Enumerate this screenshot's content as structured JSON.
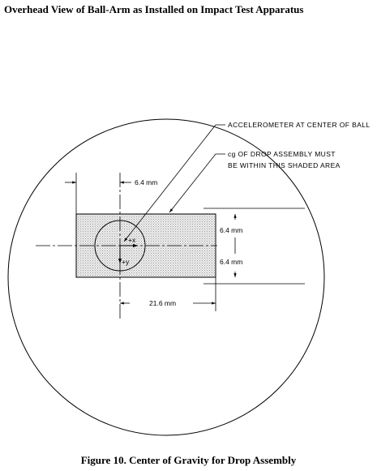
{
  "header": {
    "title": "Overhead View of Ball-Arm as Installed on Impact Test Apparatus"
  },
  "diagram": {
    "callouts": {
      "accelerometer": "ACCELEROMETER AT CENTER OF BALL",
      "cg_line1": "cg OF DROP ASSEMBLY MUST",
      "cg_line2": "BE WITHIN THIS SHADED AREA"
    },
    "dimensions": {
      "top_offset": "6.4 mm",
      "right_upper": "6.4 mm",
      "right_lower": "6.4 mm",
      "bottom_width": "21.6 mm"
    },
    "axes": {
      "x_label": "+x",
      "y_label": "+y"
    },
    "colors": {
      "line": "#000000",
      "shade": "#dcdcdc"
    }
  },
  "caption": {
    "text": "Figure 10. Center of Gravity for Drop Assembly"
  }
}
